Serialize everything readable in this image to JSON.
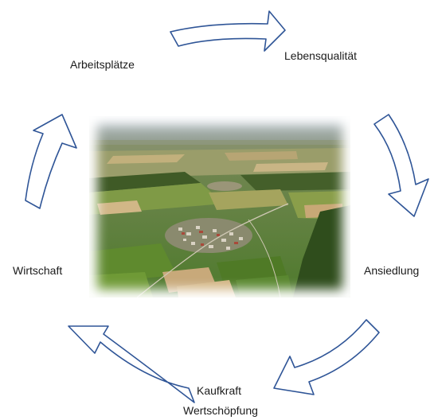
{
  "cycle_labels": {
    "arbeitsplaetze": "Arbeitsplätze",
    "lebensqualitaet": "Lebensqualität",
    "ansiedlung": "Ansiedlung",
    "wirtschaft": "Wirtschaft",
    "kaufkraft": "Kaufkraft",
    "wertschoepfung": "Wertschöpfung"
  },
  "colors": {
    "arrow_stroke": "#2f5597",
    "arrow_fill": "#ffffff",
    "label_text": "#1b1b1b"
  },
  "photo": {
    "subject": "aerial-landscape-village"
  }
}
